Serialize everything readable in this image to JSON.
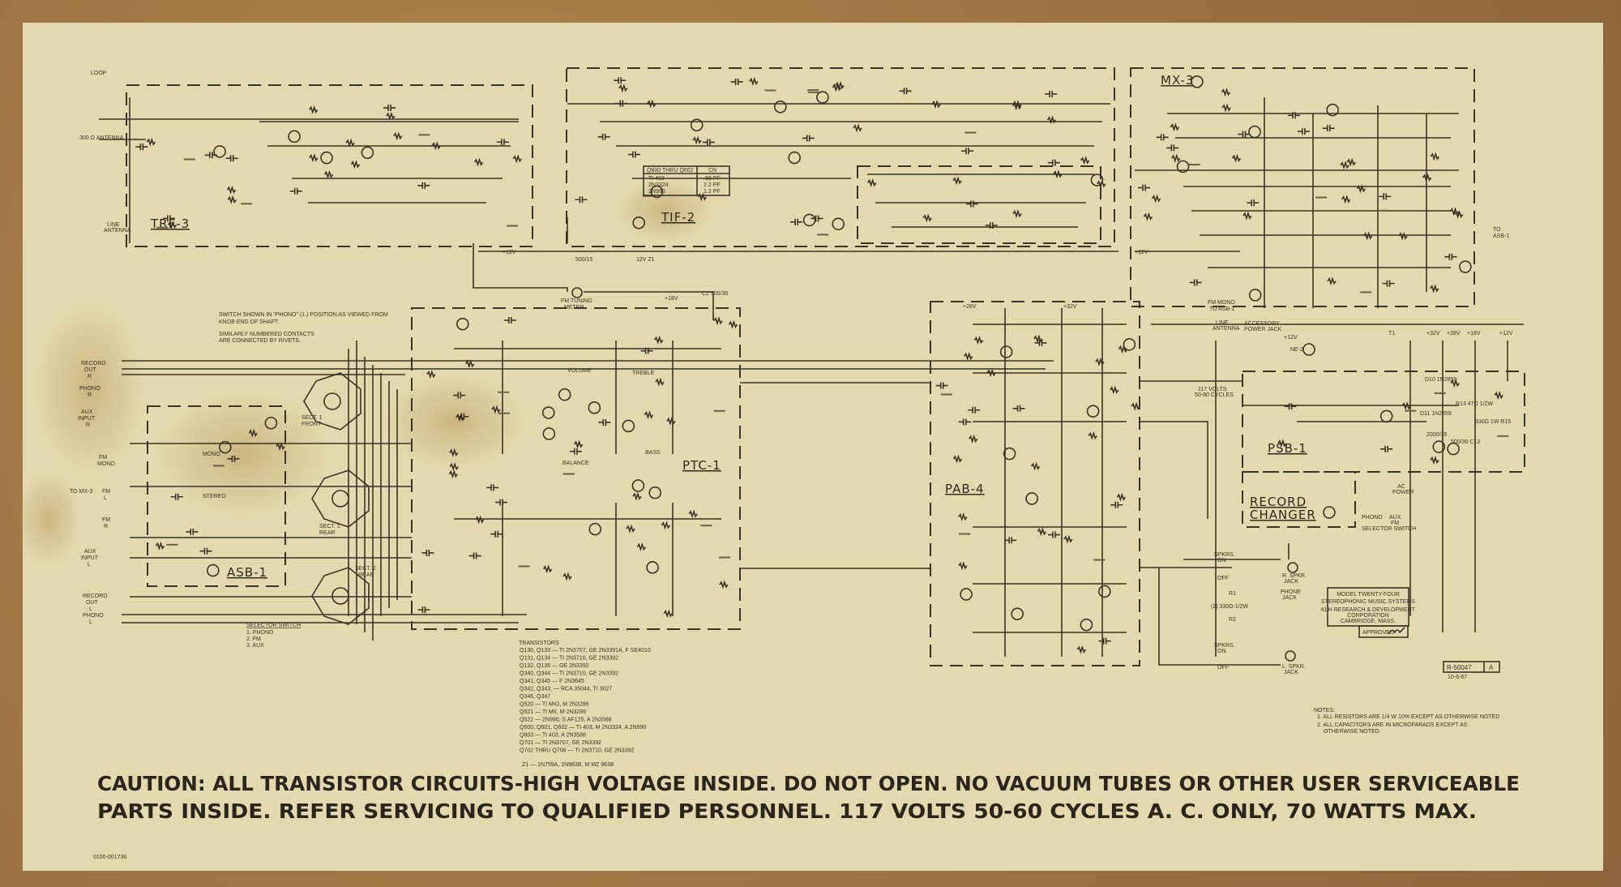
{
  "colors": {
    "paper": "#e4d9ae",
    "ink": "#3a3428",
    "cork": "#9c7444",
    "stain": "#c9a968"
  },
  "modules": {
    "trf": "TRF-3",
    "tif": "TIF-2",
    "mx": "MX-3",
    "ptc": "PTC-1",
    "asb": "ASB-1",
    "pab": "PAB-4",
    "psb": "PSB-1",
    "record_changer": [
      "RECORD",
      "CHANGER"
    ]
  },
  "antenna": {
    "loop": "LOOP",
    "ohm": "300 Ω ANTENNA",
    "line_antenna": [
      "LINE",
      "ANTENNA"
    ]
  },
  "tif_table": {
    "header": [
      "Q600 THRU Q602",
      "CN"
    ],
    "rows": [
      [
        "TI 403",
        ".68 PF"
      ],
      [
        "2N3324",
        "2.2 PF"
      ],
      [
        "2N990",
        "1.2 PF"
      ]
    ]
  },
  "supply_labels": {
    "plus12_1": "+12V",
    "plus12_2": "+12V",
    "zener": "500/15",
    "z1": "12V Z1",
    "fm_meter": [
      "FM TUNING",
      "METER"
    ],
    "plus18": "+18V",
    "c2": "C2 500/30",
    "fm_mono": [
      "FM MONO",
      "TO ASB-1"
    ],
    "to_asb": [
      "TO",
      "ASB-1"
    ]
  },
  "switch_note": [
    "SWITCH SHOWN IN \"PHONO\" (1.) POSITION AS VIEWED FROM",
    "KNOB END OF SHAFT.",
    "SIMILARLY NUMBERED CONTACTS",
    "ARE CONNECTED BY RIVETS."
  ],
  "inputs": {
    "record_out_r": [
      "RECORD",
      "OUT",
      "R"
    ],
    "phono_r": [
      "PHONO",
      "R"
    ],
    "aux_input_r": [
      "AUX",
      "INPUT",
      "R"
    ],
    "fm_mono": [
      "FM",
      "MONO"
    ],
    "fm_l": [
      "FM",
      "L"
    ],
    "fm_r": [
      "FM",
      "R"
    ],
    "to_mx": "TO MX-3",
    "aux_input_l": [
      "AUX",
      "INPUT",
      "L"
    ],
    "record_out_l": [
      "RECORD",
      "OUT",
      "L"
    ],
    "phono_l": [
      "PHONO",
      "L"
    ]
  },
  "asb_labels": {
    "mono": "MONO",
    "stereo": "STEREO",
    "sect1_front": [
      "SECT. 1",
      "FRONT"
    ],
    "sect1_rear": [
      "SECT. 1",
      "REAR"
    ],
    "sect2_rear": [
      "SECT. 2",
      "REAR"
    ]
  },
  "selector_switch": {
    "title": "SELECTOR SWITCH",
    "items": [
      "1. PHONO",
      "2. FM",
      "3. AUX"
    ]
  },
  "ptc_labels": {
    "volume": "VOLUME",
    "treble": "TREBLE",
    "bass": "BASS",
    "balance": "BALANCE"
  },
  "psb_labels": {
    "line_antenna": [
      "LINE",
      "ANTENNA"
    ],
    "accessory": [
      "ACCESSORY",
      "POWER JACK"
    ],
    "plus12": "+12V",
    "ne2": "NE-2",
    "volts": [
      "117 VOLTS",
      "50-60 CYCLES"
    ],
    "rails": [
      "+32V",
      "+28V",
      "+18V",
      "+12V"
    ],
    "ac_power": [
      "AC",
      "POWER"
    ],
    "phono": "PHONO",
    "aux_fm": [
      "AUX",
      "FM"
    ],
    "selector": "SELECTOR SWITCH",
    "t1": "T1",
    "d10": "D10 1N2859",
    "d11": "D11 1N2859",
    "r13": "R13 47Ω 1/2W",
    "r15": "330Ω 1W R15",
    "c12": "2000/35",
    "c13": "500/30 C13"
  },
  "pab_rails": [
    "+28V",
    "+32V"
  ],
  "speaker": {
    "spkrs_on": [
      "SPKRS.",
      "ON"
    ],
    "off": "OFF",
    "r_jack": [
      "R. SPKR.",
      "JACK"
    ],
    "l_jack": [
      "L. SPKR.",
      "JACK"
    ],
    "phone_jack": [
      "PHONE",
      "JACK"
    ],
    "resistors": "(2) 330Ω-1/2W",
    "r1": "R1",
    "r2": "R2"
  },
  "title_block": {
    "lines": [
      "MODEL TWENTY-FOUR",
      "STEREOPHONIC MUSIC SYSTEMS",
      "KLH RESEARCH & DEVELOPMENT",
      "CORPORATION",
      "CAMBRIDGE, MASS."
    ],
    "approved": "APPROVED"
  },
  "drawing_number": {
    "number": "R-50047",
    "rev": "A",
    "date": "10-6-67"
  },
  "notes": {
    "title": "NOTES:",
    "items": [
      "1. ALL RESISTORS ARE 1/4 W 10% EXCEPT AS OTHERWISE NOTED",
      "2. ALL CAPACITORS ARE IN MICROFARADS EXCEPT AS",
      "OTHERWISE NOTED."
    ]
  },
  "transistors": {
    "title": "TRANSISTORS",
    "items": [
      "Q130, Q133 — TI 2N3707, GE 2N3391A, F SE4010",
      "Q131, Q134 — TI 2N3710, GE 2N3392",
      "Q132, Q135 — GE 2N3392",
      "Q340, Q344 — TI 2N3710, GE 2N3392",
      "Q341, Q345 — F 2N3645",
      "Q342, Q343, — RCA 35044, TI 3027",
      "Q346, Q347",
      "Q520 — TI MIO, M 2N3286",
      "Q521 — TI MII, M 2N3286",
      "Q522 — 2N990, S AF125, A 2N3588",
      "Q600, Q601, Q602 — TI 403, M 2N3324, A 2N990",
      "Q603 — TI 403, A 2N3588",
      "Q701 — TI 2N3707, GE 2N3392",
      "Q702 THRU Q706 — TI 2N3710, GE 2N3392",
      "Z1 — 1N759A, 1N963B, M MZ 963B"
    ]
  },
  "caution": [
    "CAUTION: ALL TRANSISTOR CIRCUITS-HIGH VOLTAGE INSIDE. DO NOT OPEN. NO VACUUM TUBES OR OTHER USER SERVICEABLE",
    "PARTS INSIDE. REFER SERVICING TO QUALIFIED PERSONNEL. 117 VOLTS 50-60 CYCLES A. C. ONLY, 70 WATTS MAX."
  ],
  "part_number": "0100-001736"
}
